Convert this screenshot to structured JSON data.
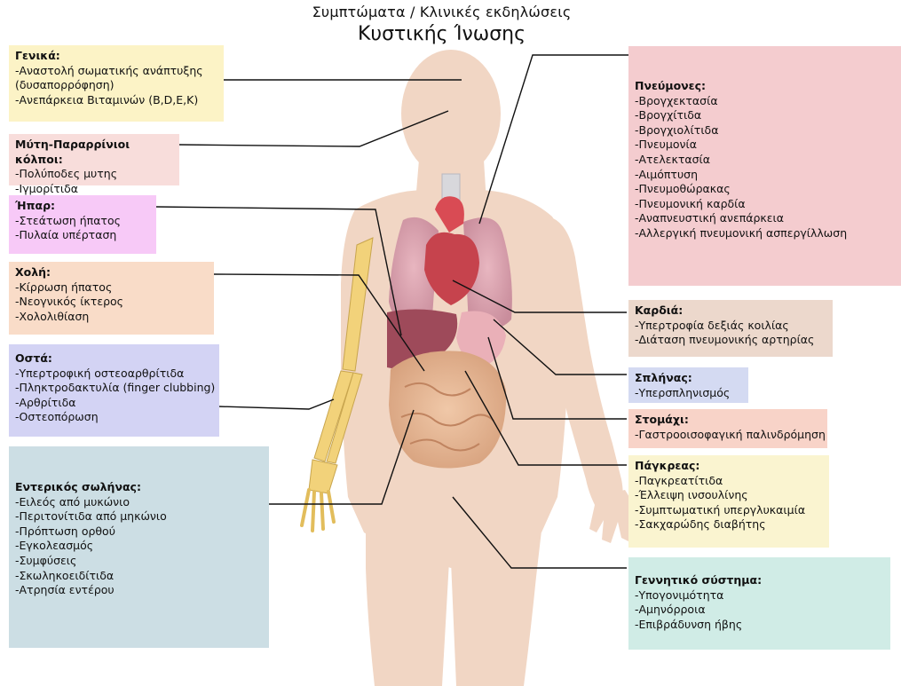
{
  "title": {
    "line1": "Συμπτώματα / Κλινικές εκδηλώσεις",
    "line2": "Κυστικής Ίνωσης"
  },
  "colors": {
    "skin": "#f1d6c4",
    "yellow": "#fcf3c6",
    "pink_light": "#f8dddb",
    "magenta": "#f7c9f7",
    "peach": "#f9dcc8",
    "lavender": "#d3d3f4",
    "blue_grey": "#ccdee4",
    "rose": "#f4cccf",
    "beige": "#ecd8cc",
    "periwinkle": "#d4daf2",
    "salmon": "#f8d3c8",
    "pale_yellow": "#faf4d0",
    "mint": "#d0ece6"
  },
  "boxes": {
    "general": {
      "header": "Γενικά:",
      "items": [
        "-Αναστολή σωματικής ανάπτυξης (δυσαπορρόφηση)",
        "-Ανεπάρκεια Βιταμινών (B,D,E,K)"
      ]
    },
    "nose": {
      "header": "Μύτη-Παραρρίνιοι κόλποι:",
      "items": [
        "-Πολύποδες μυτης",
        "-Ιγμορίτιδα"
      ]
    },
    "liver": {
      "header": "Ήπαρ:",
      "items": [
        "-Στεάτωση ήπατος",
        "-Πυλαία υπέρταση"
      ]
    },
    "bile": {
      "header": "Χολή:",
      "items": [
        "-Κίρρωση ήπατος",
        "-Νεογνικός ίκτερος",
        "-Χολολιθίαση"
      ]
    },
    "bones": {
      "header": "Οστά:",
      "items": [
        "-Υπερτροφική οστεοαρθρίτιδα",
        "-Πληκτροδακτυλία (finger clubbing)",
        "-Αρθρίτιδα",
        "-Οστεοπόρωση"
      ]
    },
    "intestine": {
      "header": "Εντερικός σωλήνας:",
      "items": [
        "-Ειλεός από μυκώνιο",
        "-Περιτονίτιδα από μηκώνιο",
        "-Πρόπτωση ορθού",
        "-Εγκολεασμός",
        "-Συμφύσεις",
        "-Σκωληκοειδίτιδα",
        "-Ατρησία εντέρου"
      ]
    },
    "lungs": {
      "header": "Πνεύμονες:",
      "items": [
        "-Βρογχεκτασία",
        "-Βρογχίτιδα",
        "-Βρογχιολίτιδα",
        "-Πνευμονία",
        "-Ατελεκτασία",
        "-Αιμόπτυση",
        "-Πνευμοθώρακας",
        "-Πνευμονική καρδία",
        "-Αναπνευστική ανεπάρκεια",
        "-Αλλεργική πνευμονική ασπεργίλλωση"
      ]
    },
    "heart": {
      "header": "Καρδιά:",
      "items": [
        "-Υπερτροφία δεξιάς κοιλίας",
        "-Διάταση πνευμονικής αρτηρίας"
      ]
    },
    "spleen": {
      "header": "Σπλήνας:",
      "items": [
        "-Υπερσπληνισμός"
      ]
    },
    "stomach": {
      "header": "Στομάχι:",
      "items": [
        "-Γαστροοισοφαγική παλινδρόμηση"
      ]
    },
    "pancreas": {
      "header": "Πάγκρεας:",
      "items": [
        "-Παγκρεατίτιδα",
        "-Έλλειψη ινσουλίνης",
        "-Συμπτωματική υπεργλυκαιμία",
        "-Σακχαρώδης διαβήτης"
      ]
    },
    "genital": {
      "header": "Γεννητικό σύστημα:",
      "items": [
        "-Υπογονιμότητα",
        "-Αμηνόρροια",
        "-Επιβράδυνση ήβης"
      ]
    }
  }
}
